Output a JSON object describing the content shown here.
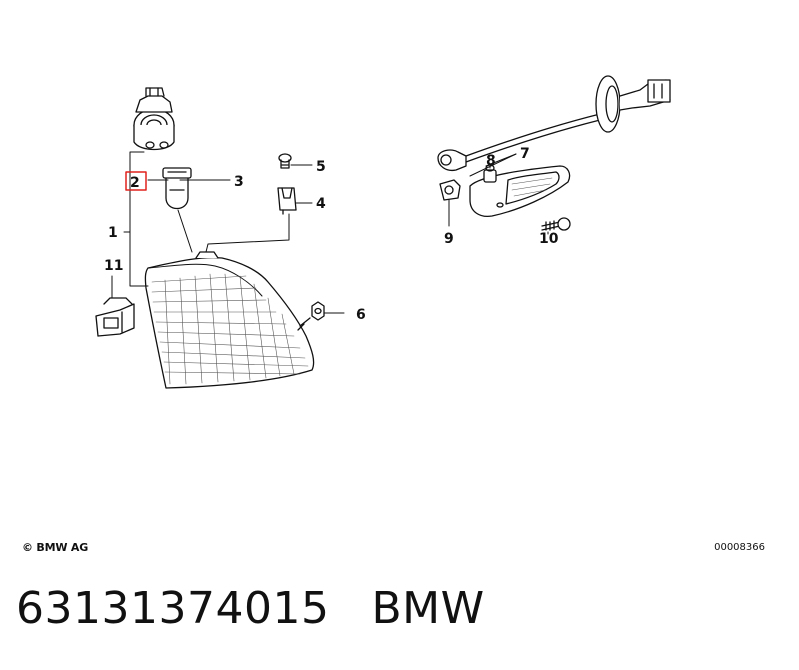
{
  "diagram": {
    "callouts": [
      {
        "id": "1",
        "label": "1"
      },
      {
        "id": "2",
        "label": "2",
        "highlighted": true
      },
      {
        "id": "3",
        "label": "3"
      },
      {
        "id": "4",
        "label": "4"
      },
      {
        "id": "5",
        "label": "5"
      },
      {
        "id": "6",
        "label": "6"
      },
      {
        "id": "7",
        "label": "7"
      },
      {
        "id": "8",
        "label": "8"
      },
      {
        "id": "9",
        "label": "9"
      },
      {
        "id": "10",
        "label": "10"
      },
      {
        "id": "11",
        "label": "11"
      }
    ],
    "highlight_color": "#e0201b"
  },
  "copyright": "© BMW AG",
  "diagram_id": "00008366",
  "footer": {
    "part_number": "63131374015",
    "brand": "BMW"
  }
}
